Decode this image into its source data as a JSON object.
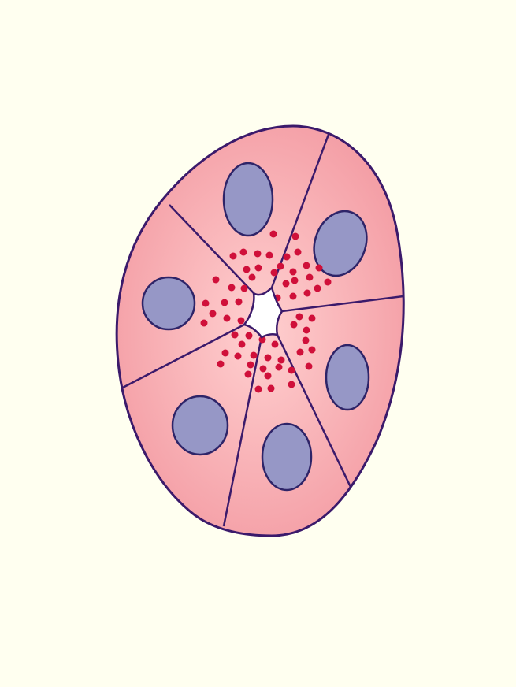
{
  "diagram": {
    "colors": {
      "background": "#FFFFF0",
      "cell_fill_center": "#FFD0D0",
      "cell_fill_edge": "#F39AA2",
      "outline": "#3B1A6B",
      "nucleus_fill": "#9697C6",
      "nucleus_outline": "#2E2468",
      "granule": "#D0103A",
      "lumen": "#FFFFFF"
    },
    "cell_count": 6,
    "granule_count": 62,
    "icons": [
      "cell-cluster",
      "nucleus",
      "secretory-granule",
      "lumen"
    ]
  }
}
